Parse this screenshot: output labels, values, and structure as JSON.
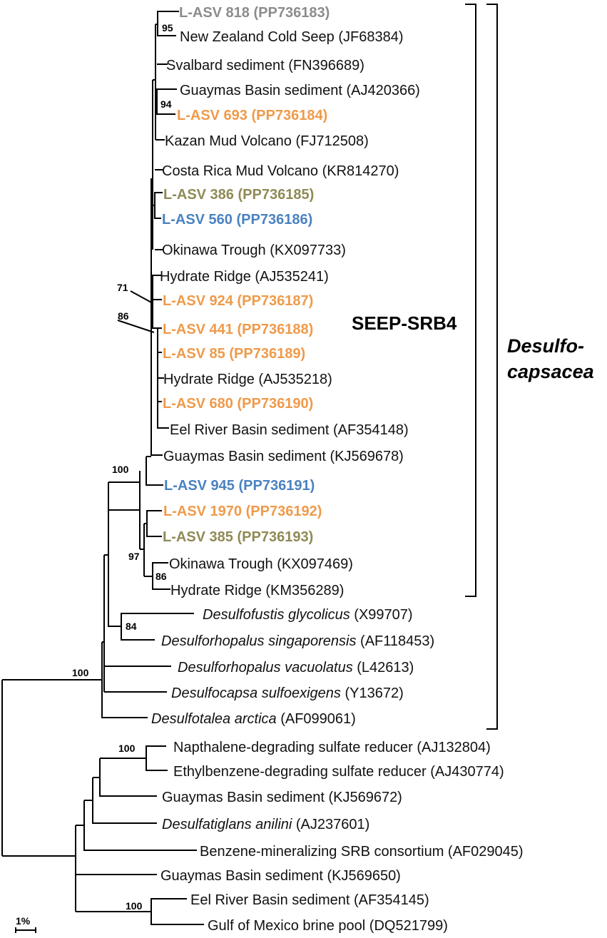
{
  "colors": {
    "default": "#111111",
    "gray": "#8c8c8c",
    "orange": "#ef9a4a",
    "olive": "#8f8a55",
    "blue": "#4a82c0"
  },
  "leaves": [
    {
      "id": "l1",
      "name": "L-ASV 818",
      "acc": "(PP736183)",
      "style": "bold",
      "color": "gray"
    },
    {
      "id": "l2",
      "name": "New Zealand Cold Seep",
      "acc": "(JF68384)",
      "style": "normal",
      "color": "default"
    },
    {
      "id": "l3",
      "name": "Svalbard sediment",
      "acc": "(FN396689)",
      "style": "normal",
      "color": "default"
    },
    {
      "id": "l4",
      "name": "Guaymas Basin sediment",
      "acc": "(AJ420366)",
      "style": "normal",
      "color": "default"
    },
    {
      "id": "l5",
      "name": "L-ASV 693",
      "acc": "(PP736184)",
      "style": "bold",
      "color": "orange"
    },
    {
      "id": "l6",
      "name": "Kazan Mud Volcano",
      "acc": "(FJ712508)",
      "style": "normal",
      "color": "default"
    },
    {
      "id": "l7",
      "name": "Costa Rica Mud Volcano",
      "acc": "(KR814270)",
      "style": "normal",
      "color": "default"
    },
    {
      "id": "l8",
      "name": "L-ASV 386",
      "acc": "(PP736185)",
      "style": "bold",
      "color": "olive"
    },
    {
      "id": "l9",
      "name": "L-ASV 560",
      "acc": "(PP736186)",
      "style": "bold",
      "color": "blue"
    },
    {
      "id": "l10",
      "name": "Okinawa Trough",
      "acc": "(KX097733)",
      "style": "normal",
      "color": "default"
    },
    {
      "id": "l11",
      "name": "Hydrate Ridge",
      "acc": "(AJ535241)",
      "style": "normal",
      "color": "default"
    },
    {
      "id": "l12",
      "name": "L-ASV 924",
      "acc": "(PP736187)",
      "style": "bold",
      "color": "orange"
    },
    {
      "id": "l13",
      "name": "L-ASV 441",
      "acc": "(PP736188)",
      "style": "bold",
      "color": "orange"
    },
    {
      "id": "l14",
      "name": "L-ASV 85",
      "acc": "(PP736189)",
      "style": "bold",
      "color": "orange"
    },
    {
      "id": "l15",
      "name": "Hydrate Ridge",
      "acc": "(AJ535218)",
      "style": "normal",
      "color": "default"
    },
    {
      "id": "l16",
      "name": "L-ASV 680",
      "acc": "(PP736190)",
      "style": "bold",
      "color": "orange"
    },
    {
      "id": "l17",
      "name": "Eel River Basin sediment",
      "acc": "(AF354148)",
      "style": "normal",
      "color": "default"
    },
    {
      "id": "l18",
      "name": "Guaymas Basin sediment",
      "acc": "(KJ569678)",
      "style": "normal",
      "color": "default"
    },
    {
      "id": "l19",
      "name": "L-ASV 945",
      "acc": "(PP736191)",
      "style": "bold",
      "color": "blue"
    },
    {
      "id": "l20",
      "name": "L-ASV 1970",
      "acc": "(PP736192)",
      "style": "bold",
      "color": "orange"
    },
    {
      "id": "l21",
      "name": "L-ASV 385",
      "acc": "(PP736193)",
      "style": "bold",
      "color": "olive"
    },
    {
      "id": "l22",
      "name": "Okinawa Trough",
      "acc": "(KX097469)",
      "style": "normal",
      "color": "default"
    },
    {
      "id": "l23",
      "name": "Hydrate Ridge",
      "acc": "(KM356289)",
      "style": "normal",
      "color": "default"
    },
    {
      "id": "l24",
      "name": "Desulfofustis glycolicus",
      "acc": "(X99707)",
      "style": "italic",
      "color": "default"
    },
    {
      "id": "l25",
      "name": "Desulforhopalus singaporensis",
      "acc": "(AF118453)",
      "style": "italic",
      "color": "default"
    },
    {
      "id": "l26",
      "name": "Desulforhopalus vacuolatus",
      "acc": "(L42613)",
      "style": "italic",
      "color": "default"
    },
    {
      "id": "l27",
      "name": "Desulfocapsa sulfoexigens",
      "acc": "(Y13672)",
      "style": "italic",
      "color": "default"
    },
    {
      "id": "l28",
      "name": "Desulfotalea arctica",
      "acc": "(AF099061)",
      "style": "italic",
      "color": "default"
    },
    {
      "id": "l29",
      "name": "Napthalene-degrading sulfate reducer",
      "acc": "(AJ132804)",
      "style": "normal",
      "color": "default"
    },
    {
      "id": "l30",
      "name": "Ethylbenzene-degrading sulfate reducer",
      "acc": "(AJ430774)",
      "style": "normal",
      "color": "default"
    },
    {
      "id": "l31",
      "name": "Guaymas Basin sediment",
      "acc": "(KJ569672)",
      "style": "normal",
      "color": "default"
    },
    {
      "id": "l32",
      "name": "Desulfatiglans anilini",
      "acc": "(AJ237601)",
      "style": "italic",
      "color": "default"
    },
    {
      "id": "l33",
      "name": "Benzene-mineralizing SRB consortium",
      "acc": "(AF029045)",
      "style": "normal",
      "color": "default"
    },
    {
      "id": "l34",
      "name": "Guaymas Basin sediment",
      "acc": "(KJ569650)",
      "style": "normal",
      "color": "default"
    },
    {
      "id": "l35",
      "name": "Eel River Basin sediment",
      "acc": "(AF354145)",
      "style": "normal",
      "color": "default"
    },
    {
      "id": "l36",
      "name": "Gulf of Mexico brine pool",
      "acc": "(DQ521799)",
      "style": "normal",
      "color": "default"
    }
  ],
  "bootstrap": [
    {
      "id": "b95",
      "value": "95"
    },
    {
      "id": "b94",
      "value": "94"
    },
    {
      "id": "b71",
      "value": "71"
    },
    {
      "id": "b86a",
      "value": "86"
    },
    {
      "id": "b100a",
      "value": "100"
    },
    {
      "id": "b97",
      "value": "97"
    },
    {
      "id": "b86b",
      "value": "86"
    },
    {
      "id": "b84",
      "value": "84"
    },
    {
      "id": "b100b",
      "value": "100"
    },
    {
      "id": "b100c",
      "value": "100"
    },
    {
      "id": "b100d",
      "value": "100"
    }
  ],
  "clades": {
    "seep": "SEEP-SRB4",
    "family_line1": "Desulfo-",
    "family_line2": "capsacea"
  },
  "scale_bar": "1%"
}
